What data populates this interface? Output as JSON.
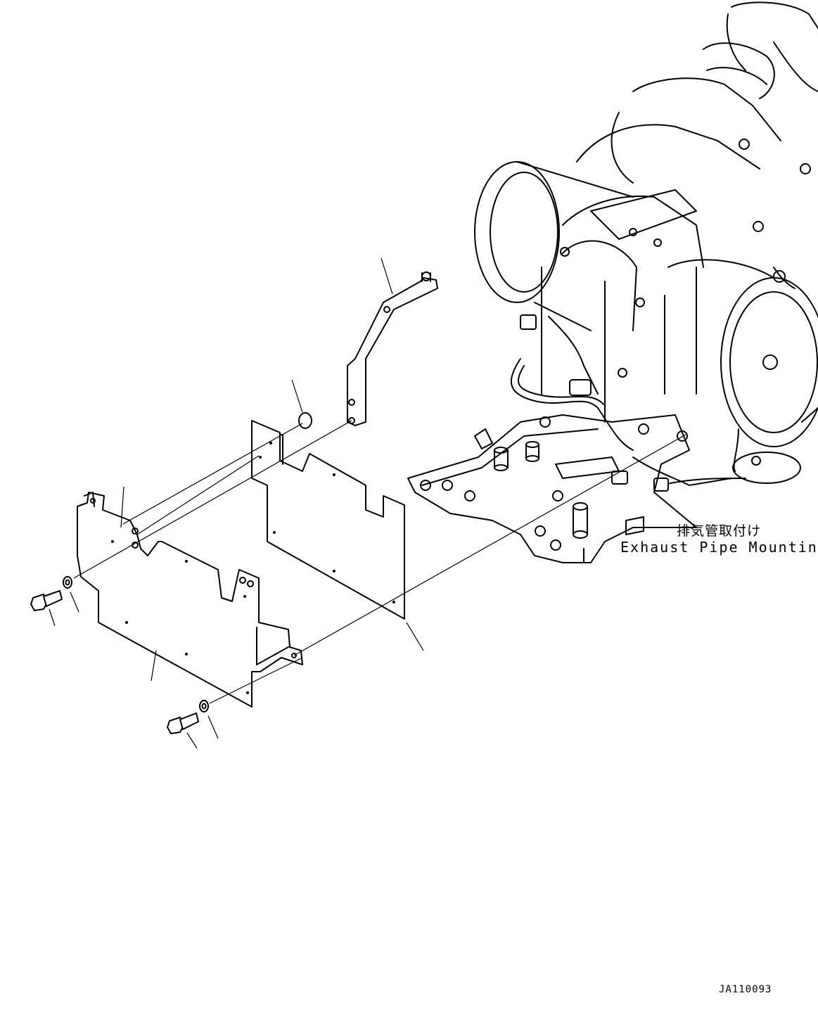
{
  "diagram": {
    "callout": {
      "label_jp": "排気管取付け",
      "label_en": "Exhaust Pipe Mounting"
    },
    "drawing_number": "JA110093"
  }
}
